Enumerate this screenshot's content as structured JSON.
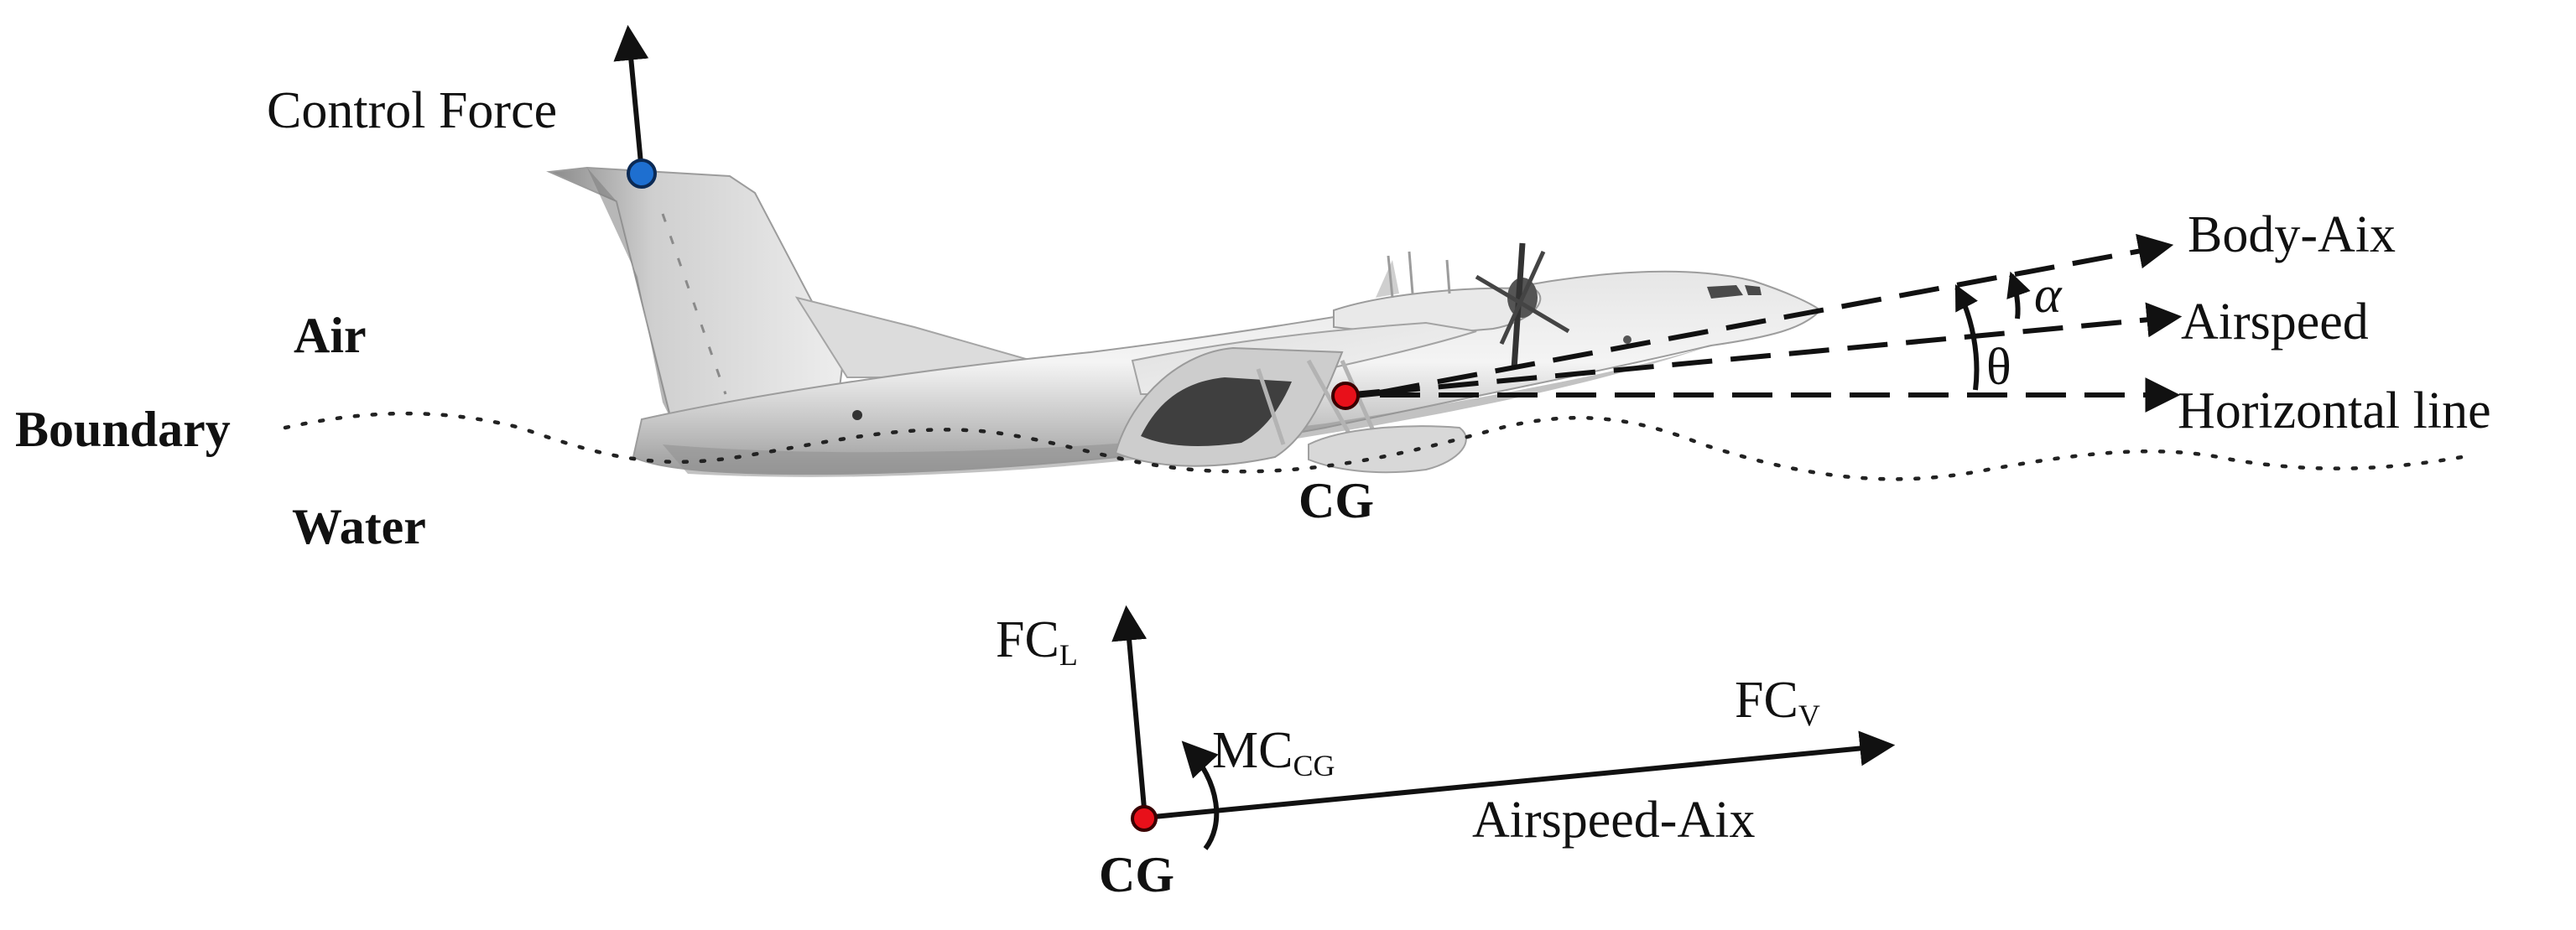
{
  "labels": {
    "control_force": "Control Force",
    "air": "Air",
    "boundary": "Boundary",
    "water": "Water",
    "cg_aircraft": "CG",
    "body_axis": "Body-Aix",
    "airspeed": "Airspeed",
    "horizontal_line": "Horizontal line",
    "alpha": "α",
    "theta": "θ",
    "fc_l_main": "FC",
    "fc_l_sub": "L",
    "fc_v_main": "FC",
    "fc_v_sub": "V",
    "mc_main": "MC",
    "mc_sub": "CG",
    "airspeed_axis": "Airspeed-Aix",
    "cg_bottom": "CG"
  },
  "colors": {
    "cg_marker": "#e8101a",
    "control_marker": "#1e6fd0",
    "stroke": "#111111",
    "aircraft_body": "#c9c9c9"
  }
}
